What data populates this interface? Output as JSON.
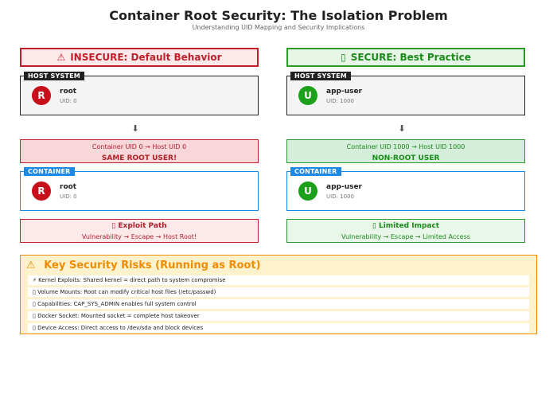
{
  "title": "Container Root Security: The Isolation Problem",
  "subtitle": "Understanding UID Mapping and Security Implications",
  "insecure": {
    "header_icon": "⚠",
    "header": "INSECURE: Default Behavior",
    "host_tag": "HOST SYSTEM",
    "host_user": {
      "initial": "R",
      "name": "root",
      "uid": "UID: 0"
    },
    "arrow": "⬇",
    "mapping": "Container UID 0 → Host UID 0",
    "mapping_result": "SAME ROOT USER!",
    "container_tag": "CONTAINER",
    "container_user": {
      "initial": "R",
      "name": "root",
      "uid": "UID: 0"
    },
    "impact_icon": "▯",
    "impact_title": "Exploit Path",
    "impact_text": "Vulnerability → Escape → Host Root!"
  },
  "secure": {
    "header_icon": "▯",
    "header": "SECURE: Best Practice",
    "host_tag": "HOST SYSTEM",
    "host_user": {
      "initial": "U",
      "name": "app-user",
      "uid": "UID: 1000"
    },
    "arrow": "⬇",
    "mapping": "Container UID 1000 → Host UID 1000",
    "mapping_result": "NON-ROOT USER",
    "container_tag": "CONTAINER",
    "container_user": {
      "initial": "U",
      "name": "app-user",
      "uid": "UID: 1000"
    },
    "impact_icon": "▯",
    "impact_title": "Limited Impact",
    "impact_text": "Vulnerability → Escape → Limited Access"
  },
  "risks": {
    "icon": "⚠",
    "title": "Key Security Risks (Running as Root)",
    "items": [
      "⚡ Kernel Exploits: Shared kernel = direct path to system compromise",
      "▯ Volume Mounts: Root can modify critical host files (/etc/passwd)",
      "▯ Capabilities: CAP_SYS_ADMIN enables full system control",
      "▯ Docker Socket: Mounted socket = complete host takeover",
      "▯ Device Access: Direct access to /dev/sda and block devices"
    ]
  },
  "colors": {
    "insecure": "#c0202a",
    "secure": "#2a9a2a",
    "container_border": "#1e88e5",
    "warning": "#f08c00"
  }
}
